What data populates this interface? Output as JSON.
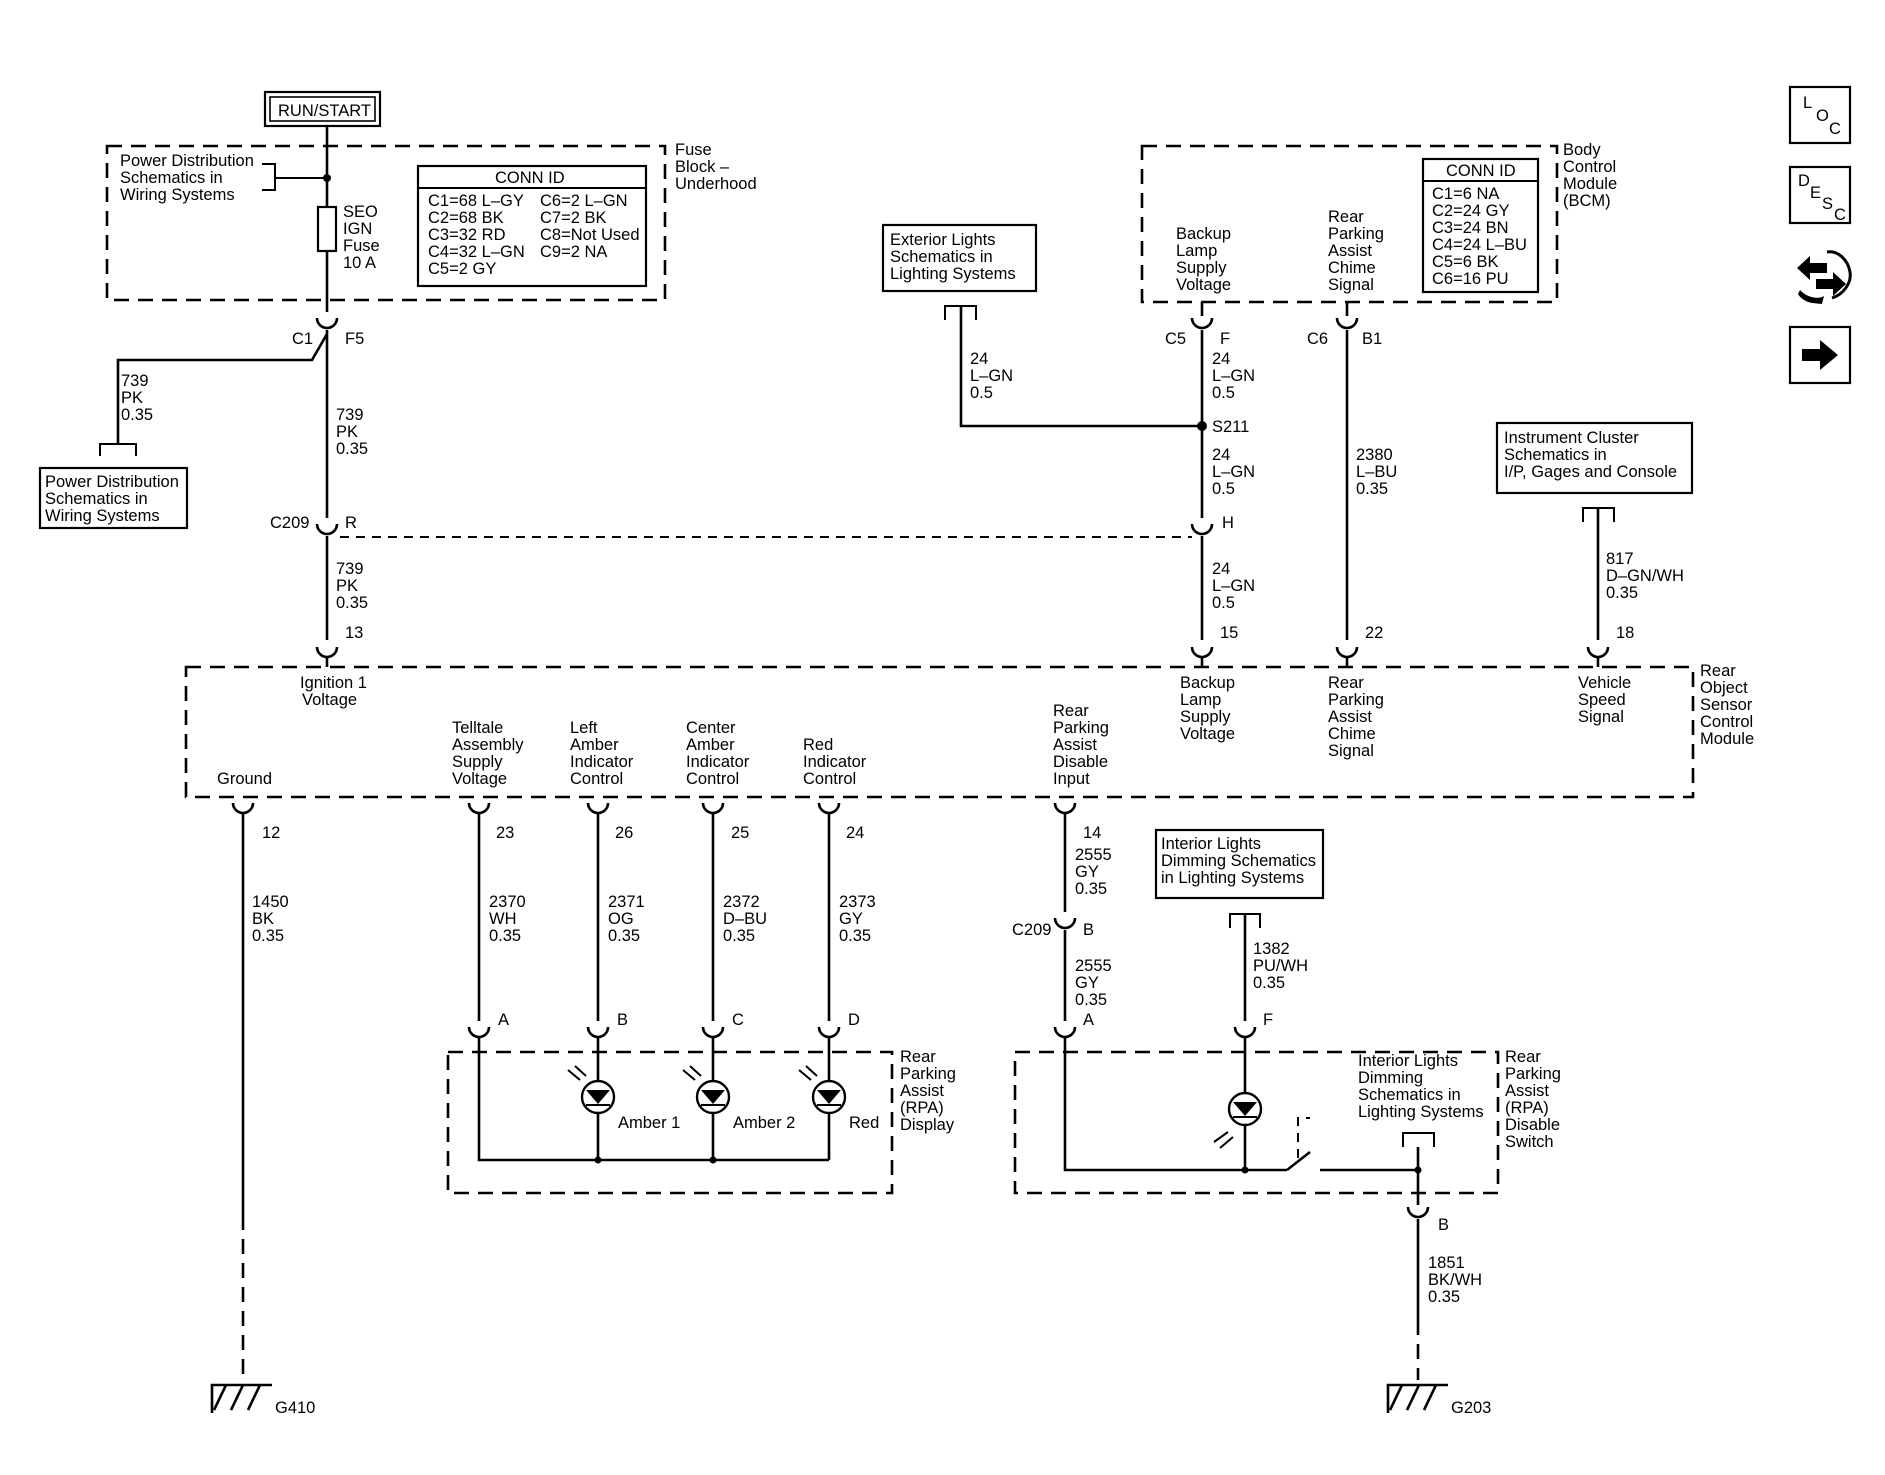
{
  "power_source": {
    "label": "RUN/START"
  },
  "fuse_block": {
    "name": [
      "Fuse",
      "Block –",
      "Underhood"
    ],
    "pd_ref": [
      "Power Distribution",
      "Schematics in",
      "Wiring Systems"
    ],
    "fuse_label": [
      "SEO",
      "IGN",
      "Fuse",
      "10 A"
    ],
    "conn_title": "CONN ID",
    "conn_col1": [
      "C1=68 L–GY",
      "C2=68 BK",
      "C3=32 RD",
      "C4=32 L–GN",
      "C5=2 GY"
    ],
    "conn_col2": [
      "C6=2 L–GN",
      "C7=2 BK",
      "C8=Not Used",
      "C9=2 NA"
    ],
    "conn_left": "C1",
    "pin": "F5"
  },
  "pd_ref_box": {
    "lines": [
      "Power Distribution",
      "Schematics in",
      "Wiring Systems"
    ]
  },
  "wire_739_left": [
    "739",
    "PK",
    "0.35"
  ],
  "wire_739_mid": [
    "739",
    "PK",
    "0.35"
  ],
  "wire_739_low": [
    "739",
    "PK",
    "0.35"
  ],
  "c209_top": {
    "conn": "C209",
    "pin_r": "R",
    "pin_h": "H"
  },
  "exterior_ref": {
    "lines": [
      "Exterior Lights",
      "Schematics in",
      "Lighting Systems"
    ]
  },
  "wire_24_ext": [
    "24",
    "L–GN",
    "0.5"
  ],
  "wire_24_c5": [
    "24",
    "L–GN",
    "0.5"
  ],
  "wire_24_mid": [
    "24",
    "L–GN",
    "0.5"
  ],
  "wire_24_low": [
    "24",
    "L–GN",
    "0.5"
  ],
  "splice": "S211",
  "bcm": {
    "name": [
      "Body",
      "Control",
      "Module",
      "(BCM)"
    ],
    "backup": [
      "Backup",
      "Lamp",
      "Supply",
      "Voltage"
    ],
    "chime": [
      "Rear",
      "Parking",
      "Assist",
      "Chime",
      "Signal"
    ],
    "conn_title": "CONN ID",
    "conn": [
      "C1=6 NA",
      "C2=24 GY",
      "C3=24 BN",
      "C4=24 L–BU",
      "C5=6 BK",
      "C6=16 PU"
    ],
    "c5": "C5",
    "c5_pin": "F",
    "c6": "C6",
    "c6_pin": "B1"
  },
  "wire_2380": [
    "2380",
    "L–BU",
    "0.35"
  ],
  "cluster_ref": {
    "lines": [
      "Instrument Cluster",
      "Schematics in",
      "I/P, Gages and Console"
    ]
  },
  "wire_817": [
    "817",
    "D–GN/WH",
    "0.35"
  ],
  "module": {
    "name": [
      "Rear",
      "Object",
      "Sensor",
      "Control",
      "Module"
    ],
    "ign": [
      "Ignition 1",
      "Voltage"
    ],
    "ground": "Ground",
    "telltale": [
      "Telltale",
      "Assembly",
      "Supply",
      "Voltage"
    ],
    "left_amber": [
      "Left",
      "Amber",
      "Indicator",
      "Control"
    ],
    "center_amber": [
      "Center",
      "Amber",
      "Indicator",
      "Control"
    ],
    "red": [
      "Red",
      "Indicator",
      "Control"
    ],
    "disable": [
      "Rear",
      "Parking",
      "Assist",
      "Disable",
      "Input"
    ],
    "backup": [
      "Backup",
      "Lamp",
      "Supply",
      "Voltage"
    ],
    "chime": [
      "Rear",
      "Parking",
      "Assist",
      "Chime",
      "Signal"
    ],
    "speed": [
      "Vehicle",
      "Speed",
      "Signal"
    ],
    "pins_top": [
      "13",
      "15",
      "22",
      "18"
    ],
    "pins_bottom": [
      "12",
      "23",
      "26",
      "25",
      "24",
      "14"
    ]
  },
  "wire_1450": [
    "1450",
    "BK",
    "0.35"
  ],
  "wire_2370": [
    "2370",
    "WH",
    "0.35"
  ],
  "wire_2371": [
    "2371",
    "OG",
    "0.35"
  ],
  "wire_2372": [
    "2372",
    "D–BU",
    "0.35"
  ],
  "wire_2373": [
    "2373",
    "GY",
    "0.35"
  ],
  "wire_2555_top": [
    "2555",
    "GY",
    "0.35"
  ],
  "wire_2555_bot": [
    "2555",
    "GY",
    "0.35"
  ],
  "c209_bottom": {
    "conn": "C209",
    "pin": "B"
  },
  "display": {
    "name": [
      "Rear",
      "Parking",
      "Assist",
      "(RPA)",
      "Display"
    ],
    "pins": [
      "A",
      "B",
      "C",
      "D"
    ],
    "leds": [
      "Amber 1",
      "Amber 2",
      "Red"
    ]
  },
  "interior_ref": {
    "lines": [
      "Interior Lights",
      "Dimming Schematics",
      "in Lighting Systems"
    ]
  },
  "wire_1382": [
    "1382",
    "PU/WH",
    "0.35"
  ],
  "switch": {
    "name": [
      "Rear",
      "Parking",
      "Assist",
      "(RPA)",
      "Disable",
      "Switch"
    ],
    "inner_ref": [
      "Interior Lights",
      "Dimming",
      "Schematics in",
      "Lighting Systems"
    ],
    "pin_a": "A",
    "pin_f": "F",
    "pin_b": "B"
  },
  "wire_1851": [
    "1851",
    "BK/WH",
    "0.35"
  ],
  "grounds": [
    "G410",
    "G203"
  ],
  "nav_icons": [
    "loc-icon",
    "desc-icon",
    "connector-swap-icon",
    "next-arrow-icon"
  ],
  "nav": {
    "loc": [
      "L",
      "O",
      "C"
    ],
    "desc": [
      "D",
      "E",
      "S",
      "C"
    ]
  }
}
